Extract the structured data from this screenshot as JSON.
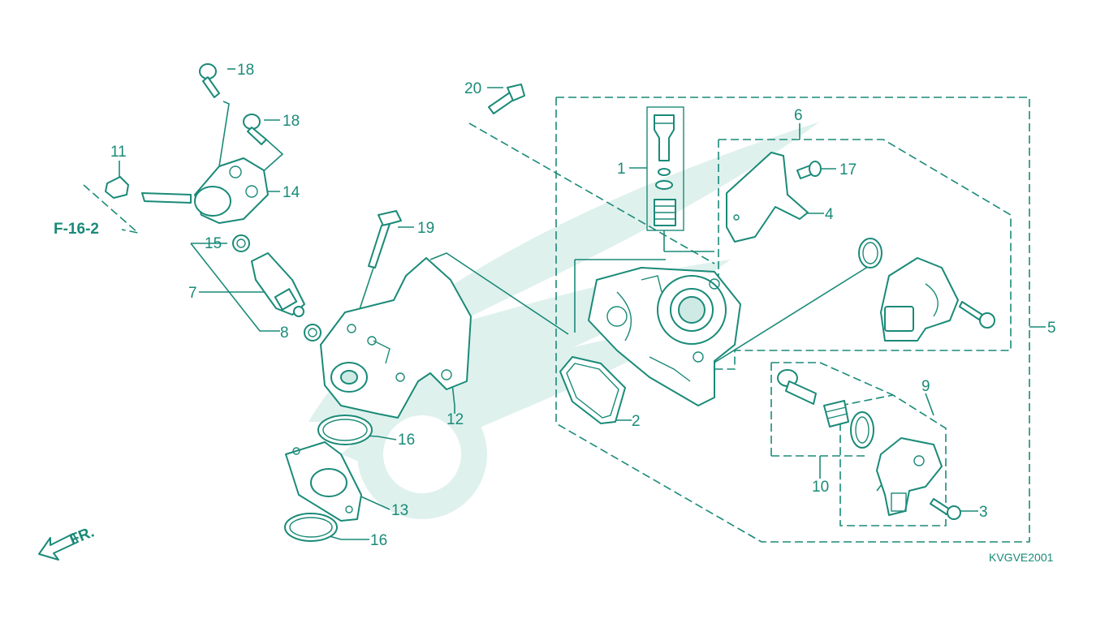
{
  "diagram": {
    "reference": "F-16-2",
    "front_marker": "FR.",
    "diagram_code": "KVGVE2001",
    "callouts": [
      "1",
      "2",
      "3",
      "4",
      "5",
      "6",
      "7",
      "8",
      "9",
      "10",
      "11",
      "12",
      "13",
      "14",
      "15",
      "16",
      "16",
      "17",
      "18",
      "18",
      "19",
      "20"
    ]
  },
  "colors": {
    "line": "#1a8a78",
    "watermark": "#dff1ed",
    "background": "#ffffff"
  }
}
